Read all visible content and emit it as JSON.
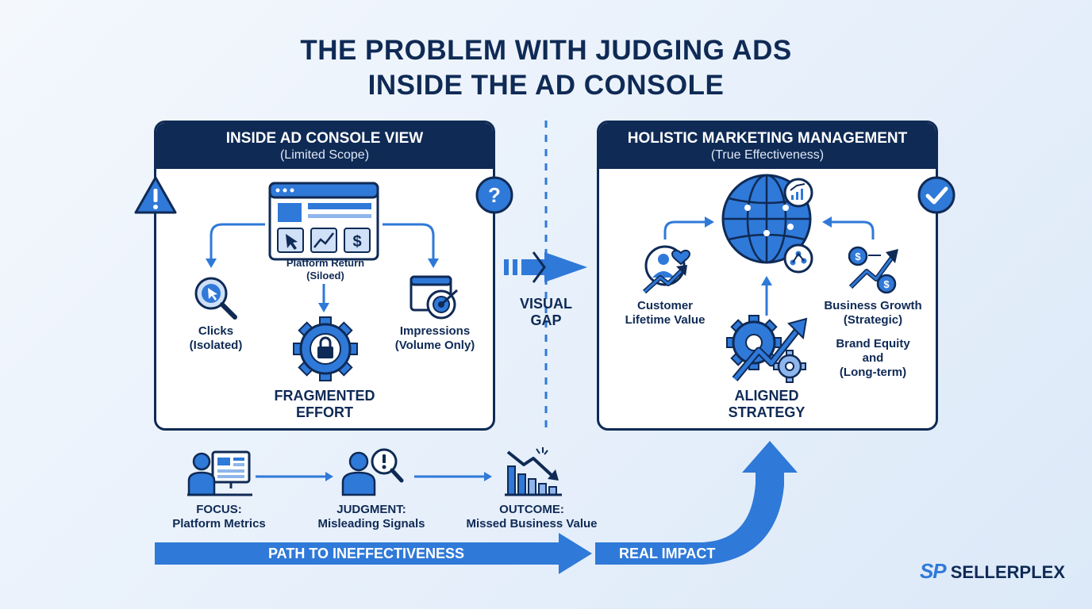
{
  "title": {
    "line1": "THE PROBLEM WITH JUDGING ADS",
    "line2": "INSIDE THE AD CONSOLE"
  },
  "left_panel": {
    "heading": "INSIDE AD CONSOLE VIEW",
    "subheading": "(Limited Scope)",
    "platform_return": {
      "line1": "Platform Return",
      "line2": "(Siloed)"
    },
    "clicks": {
      "line1": "Clicks",
      "line2": "(Isolated)"
    },
    "impressions": {
      "line1": "Impressions",
      "line2": "(Volume Only)"
    },
    "fragmented": {
      "line1": "FRAGMENTED",
      "line2": "EFFORT"
    }
  },
  "visual_gap": {
    "line1": "VISUAL",
    "line2": "GAP"
  },
  "right_panel": {
    "heading": "HOLISTIC MARKETING MANAGEMENT",
    "subheading": "(True Effectiveness)",
    "clv": {
      "line1": "Customer",
      "line2": "Lifetime Value"
    },
    "growth": {
      "line1": "Business Growth",
      "line2": "(Strategic)"
    },
    "brand": {
      "line1": "Brand Equity",
      "line2": "and",
      "line3": "(Long-term)"
    },
    "aligned": {
      "line1": "ALIGNED",
      "line2": "STRATEGY"
    }
  },
  "flow": {
    "focus": {
      "line1": "FOCUS:",
      "line2": "Platform Metrics"
    },
    "judgment": {
      "line1": "JUDGMENT:",
      "line2": "Misleading Signals"
    },
    "outcome": {
      "line1": "OUTCOME:",
      "line2": "Missed Business Value"
    }
  },
  "bottom": {
    "path": "PATH TO INEFFECTIVENESS",
    "impact": "REAL IMPACT"
  },
  "logo": {
    "mark": "SP",
    "name": "SELLERPLEX"
  },
  "colors": {
    "navy": "#0f2a55",
    "blue": "#2f79d8",
    "light_blue": "#8fb6ec"
  }
}
